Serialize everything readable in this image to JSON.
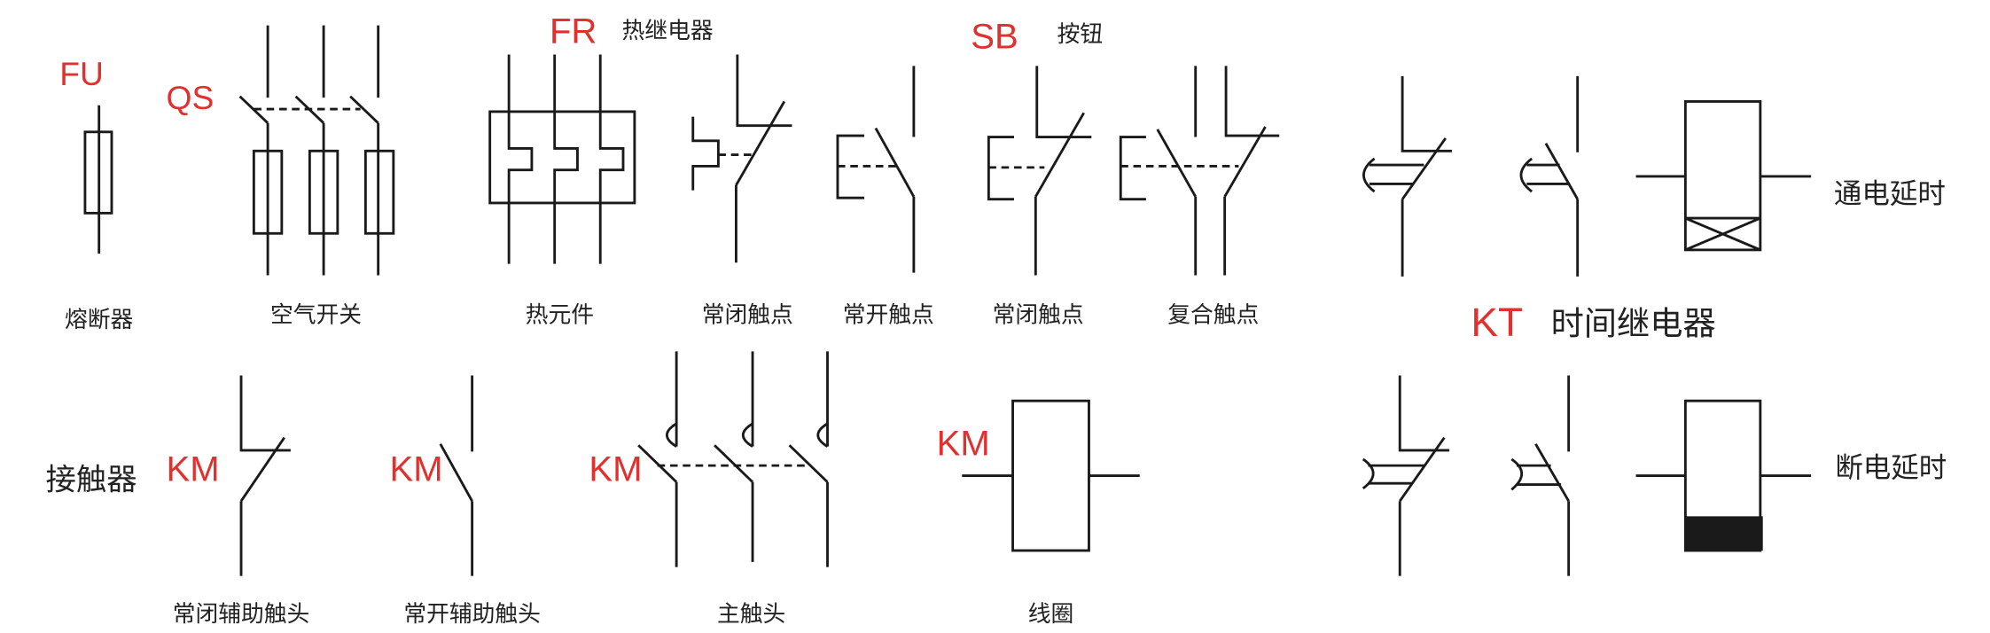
{
  "fuse": {
    "code": "FU",
    "name": "熔断器"
  },
  "air_switch": {
    "code": "QS",
    "name": "空气开关"
  },
  "thermal_relay": {
    "code": "FR",
    "title": "热继电器",
    "element": "热元件",
    "nc_contact": "常闭触点",
    "no_contact": "常开触点"
  },
  "button": {
    "code": "SB",
    "title": "按钮",
    "nc_contact": "常闭触点",
    "compound_contact": "复合触点"
  },
  "time_relay": {
    "code": "KT",
    "title": "时间继电器",
    "on_delay": "通电延时",
    "off_delay": "断电延时"
  },
  "contactor": {
    "title": "接触器",
    "code": "KM",
    "nc_aux": "常闭辅助触头",
    "no_aux": "常开辅助触头",
    "main": "主触头",
    "coil": "线圈"
  },
  "colors": {
    "code_label": "#e0312f",
    "line": "#1a1a1a"
  }
}
